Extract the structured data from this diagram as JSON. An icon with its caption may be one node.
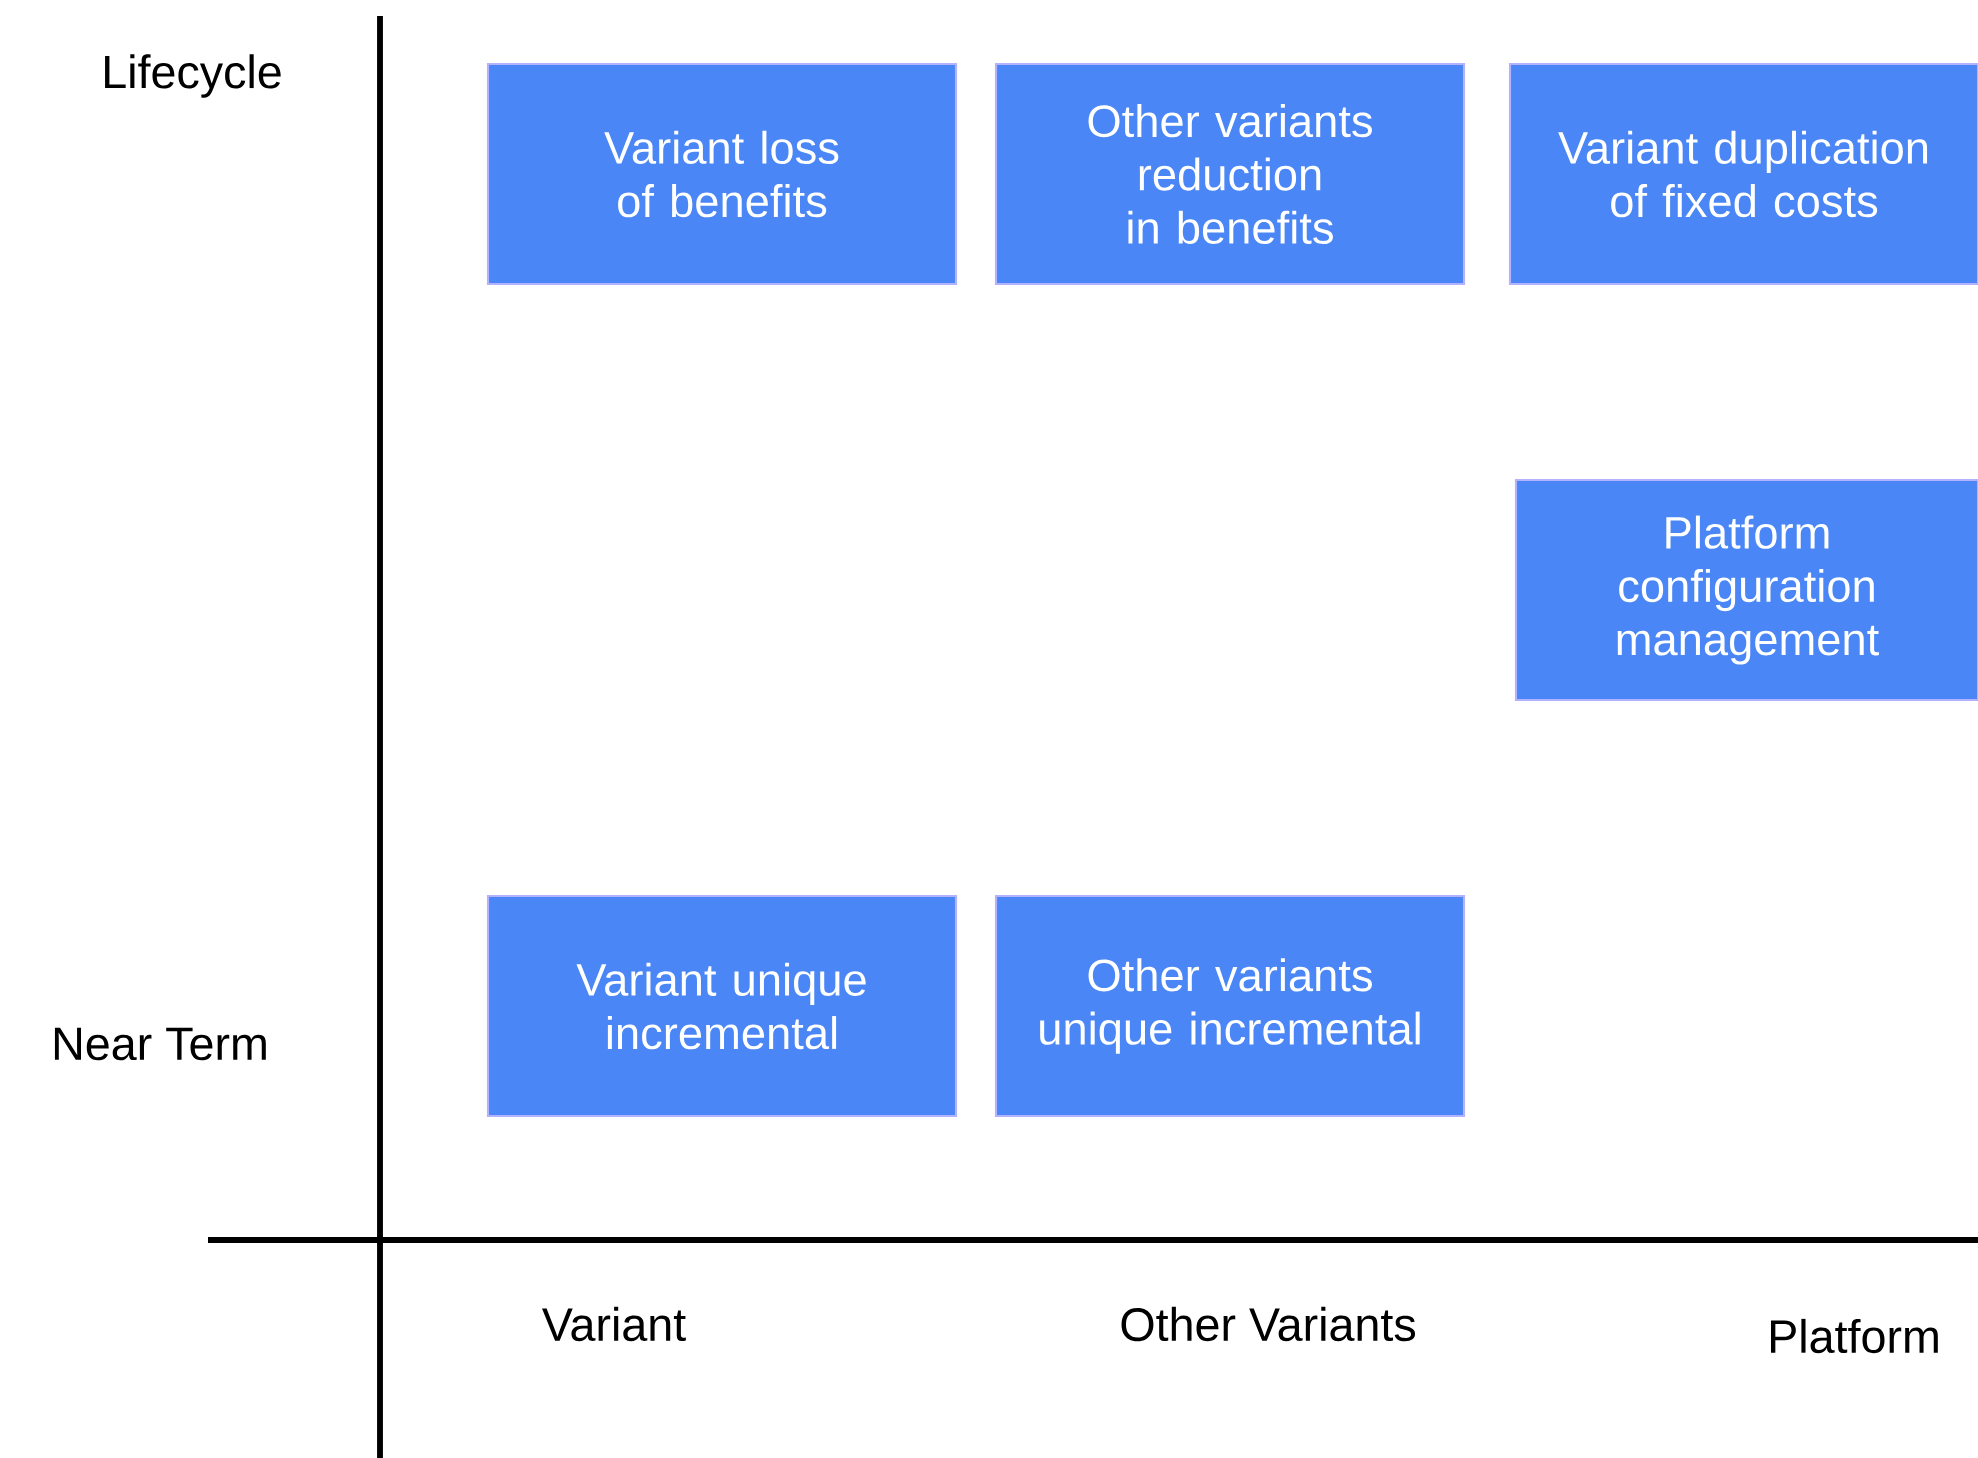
{
  "diagram": {
    "nodes": [
      {
        "text": [
          "Variant loss of benefits"
        ]
      },
      {
        "text": [
          "Other variants reduction in benefits"
        ]
      },
      {
        "text": [
          "Variant duplication of fixed costs"
        ]
      },
      {
        "text": [
          "Platform configuration management"
        ]
      },
      {
        "text": [
          "Variant unique incremental"
        ]
      },
      {
        "text": [
          "Other variants unique incremental"
        ]
      }
    ],
    "labels": [
      "Lifecycle",
      "Near Term",
      "Variant",
      "Other Variants",
      "Platform"
    ]
  }
}
